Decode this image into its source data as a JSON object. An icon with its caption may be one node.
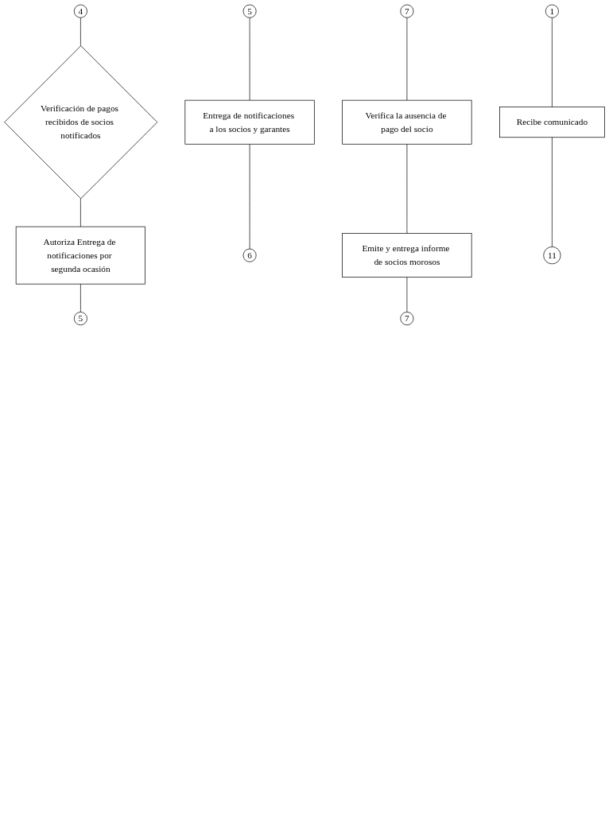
{
  "diagram": {
    "nodes": [
      {
        "text": [
          "4"
        ]
      },
      {
        "text": [
          "Verificación de pagos recibidos de socios notificados"
        ]
      },
      {
        "text": [
          "Autoriza Entrega de notificaciones por segunda ocasión"
        ]
      },
      {
        "text": [
          "5"
        ]
      },
      {
        "text": [
          "5"
        ]
      },
      {
        "text": [
          "Entrega de notificaciones a los socios y garantes"
        ]
      },
      {
        "text": [
          "6"
        ]
      },
      {
        "text": [
          "7"
        ]
      },
      {
        "text": [
          "Verifica la ausencia de pago del socio"
        ]
      },
      {
        "text": [
          "Emite y entrega informe de socios morosos"
        ]
      },
      {
        "text": [
          "7"
        ]
      },
      {
        "text": [
          "1"
        ]
      },
      {
        "text": [
          "Recibe comunicado"
        ]
      },
      {
        "text": [
          "11"
        ]
      }
    ],
    "edges": [
      {
        "from": 0,
        "to": 1,
        "arrow": "none"
      },
      {
        "from": 1,
        "to": 2,
        "arrow": "none"
      },
      {
        "from": 2,
        "to": 3,
        "arrow": "none"
      },
      {
        "from": 4,
        "to": 5,
        "arrow": "none"
      },
      {
        "from": 5,
        "to": 6,
        "arrow": "none"
      },
      {
        "from": 7,
        "to": 8,
        "arrow": "none"
      },
      {
        "from": 8,
        "to": 9,
        "arrow": "none"
      },
      {
        "from": 9,
        "to": 10,
        "arrow": "none"
      },
      {
        "from": 11,
        "to": 12,
        "arrow": "none"
      },
      {
        "from": 12,
        "to": 13,
        "arrow": "none"
      }
    ]
  }
}
